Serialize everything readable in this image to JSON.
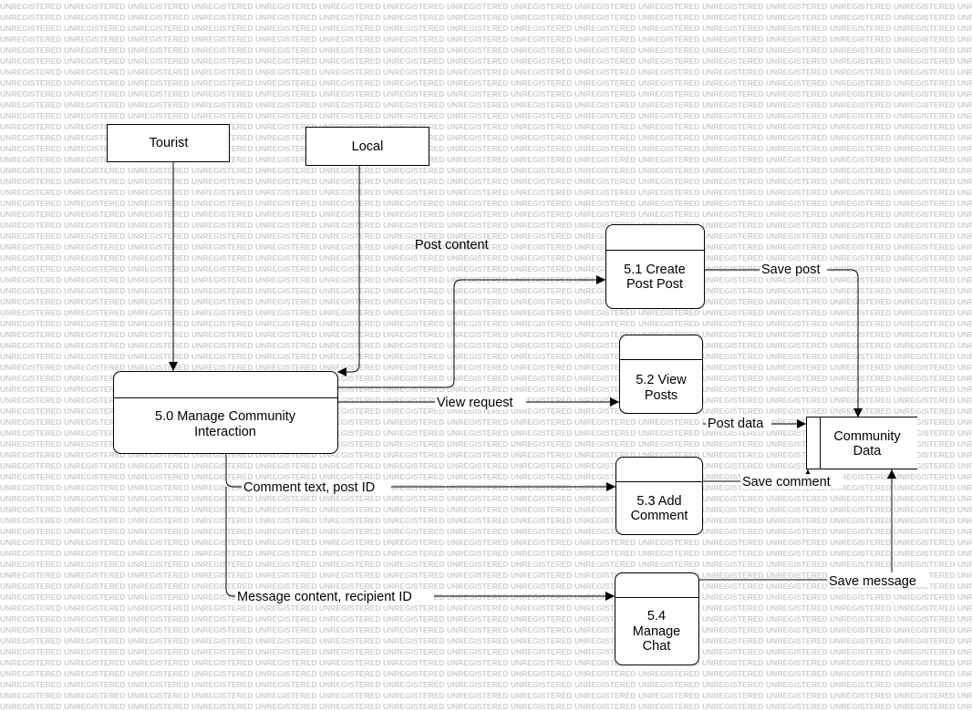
{
  "watermark": {
    "text": "UNREGISTERED"
  },
  "entities": {
    "tourist": "Tourist",
    "local": "Local"
  },
  "processes": {
    "p50": [
      "5.0 Manage Community",
      "Interaction"
    ],
    "p51": [
      "5.1 Create",
      "Post Post"
    ],
    "p52": [
      "5.2 View",
      "Posts"
    ],
    "p53": [
      "5.3 Add",
      "Comment"
    ],
    "p54": [
      "5.4",
      "Manage",
      "Chat"
    ]
  },
  "datastore": {
    "label": [
      "Community",
      "Data"
    ]
  },
  "flows": {
    "post_content": "Post content",
    "view_request": "View request",
    "comment_text": "Comment text, post ID",
    "message_content": "Message content, recipient ID",
    "save_post": "Save post",
    "post_data": "Post data",
    "save_comment": "Save comment",
    "save_message": "Save message"
  }
}
